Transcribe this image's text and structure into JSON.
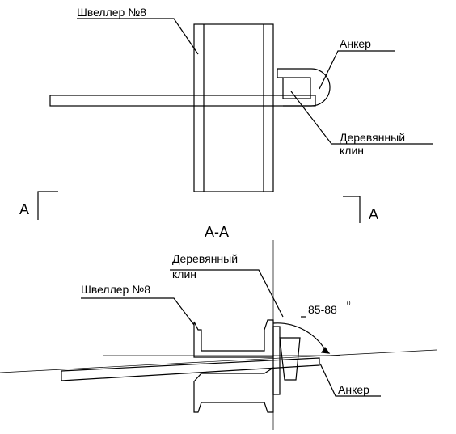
{
  "plan_view": {
    "channel_label": "Швеллер №8",
    "anchor_label": "Анкер",
    "wedge_label_line1": "Деревянный",
    "wedge_label_line2": "клин",
    "section_mark_left": "А",
    "section_mark_right": "А"
  },
  "section_view": {
    "title": "А-А",
    "wedge_label_line1": "Деревянный",
    "wedge_label_line2": "клин",
    "channel_label": "Швеллер №8",
    "angle_label": "85-88",
    "angle_unit": "0",
    "anchor_label": "Анкер"
  }
}
